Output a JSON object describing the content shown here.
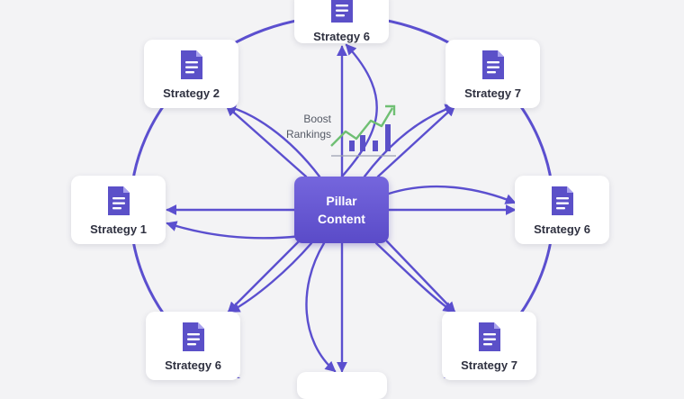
{
  "diagram": {
    "center": {
      "label": "Pillar\nContent"
    },
    "annotation": {
      "text": "Boost\nRankings",
      "icon": "growth-chart-icon"
    },
    "nodes": [
      {
        "id": "top",
        "label": "Strategy 6",
        "icon": "document-icon"
      },
      {
        "id": "top-left",
        "label": "Strategy 2",
        "icon": "document-icon"
      },
      {
        "id": "top-right",
        "label": "Strategy 7",
        "icon": "document-icon"
      },
      {
        "id": "left",
        "label": "Strategy 1",
        "icon": "document-icon"
      },
      {
        "id": "right",
        "label": "Strategy 6",
        "icon": "document-icon"
      },
      {
        "id": "bottom-left",
        "label": "Strategy 6",
        "icon": "document-icon"
      },
      {
        "id": "bottom-right",
        "label": "Strategy 7",
        "icon": "document-icon"
      },
      {
        "id": "bottom",
        "label": "",
        "icon": "document-icon"
      }
    ],
    "colors": {
      "accent": "#5b4fcf",
      "center_fill": "#6657d4",
      "icon": "#5b50c8",
      "growth_line": "#6fbf73",
      "card": "#ffffff",
      "background": "#f3f3f5"
    }
  }
}
